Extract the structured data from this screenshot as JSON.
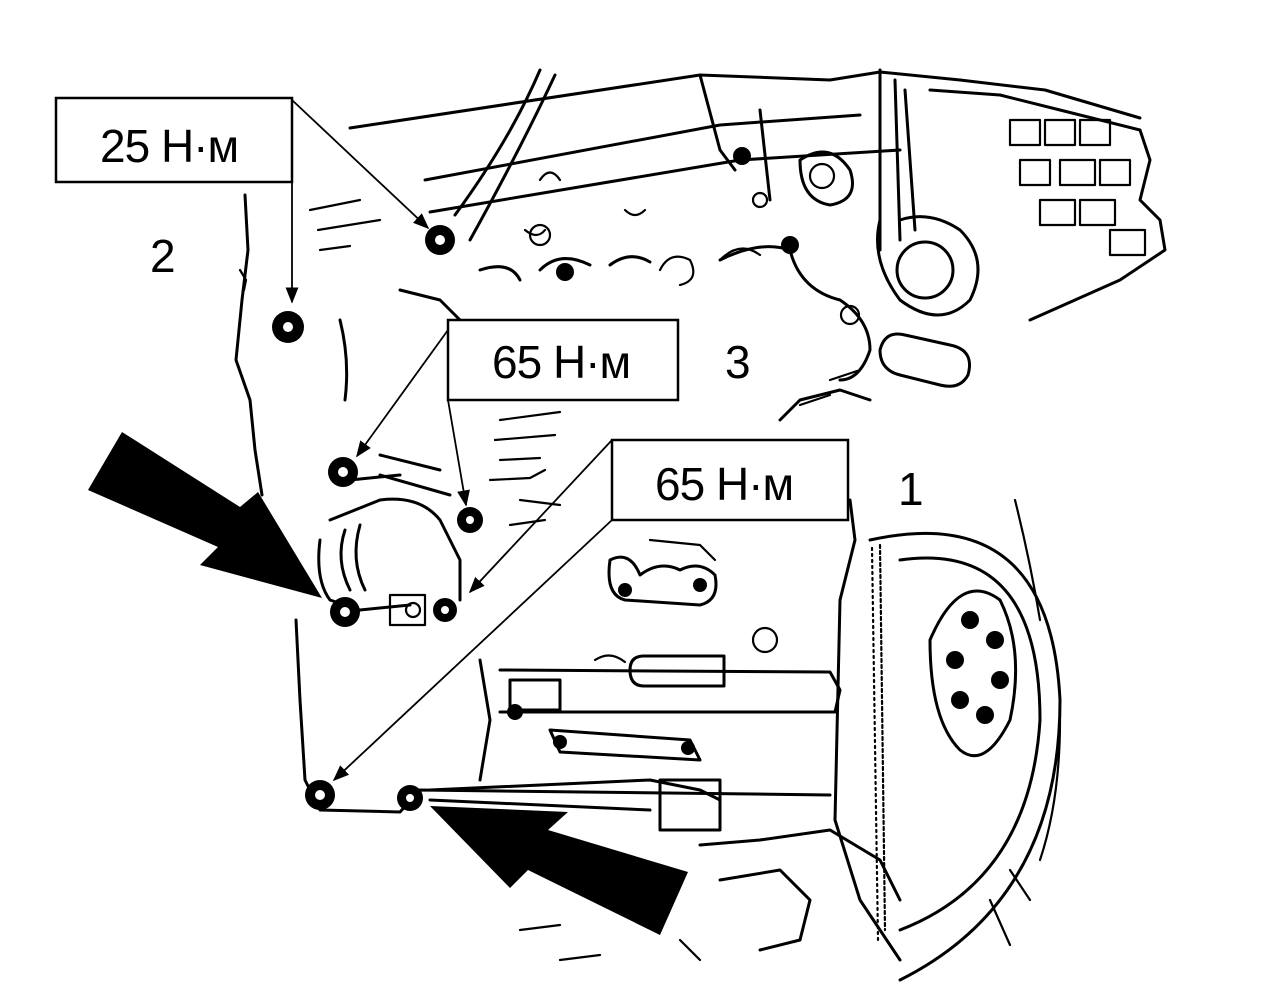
{
  "callouts": [
    {
      "id": "torque-25",
      "text": "25 Н·м"
    },
    {
      "id": "torque-65-a",
      "text": "65 Н·м"
    },
    {
      "id": "torque-65-b",
      "text": "65 Н·м"
    }
  ],
  "part_numbers": [
    {
      "id": "part-1",
      "text": "1"
    },
    {
      "id": "part-2",
      "text": "2"
    },
    {
      "id": "part-3",
      "text": "3"
    }
  ],
  "colors": {
    "ink": "#000000",
    "paper": "#ffffff"
  }
}
